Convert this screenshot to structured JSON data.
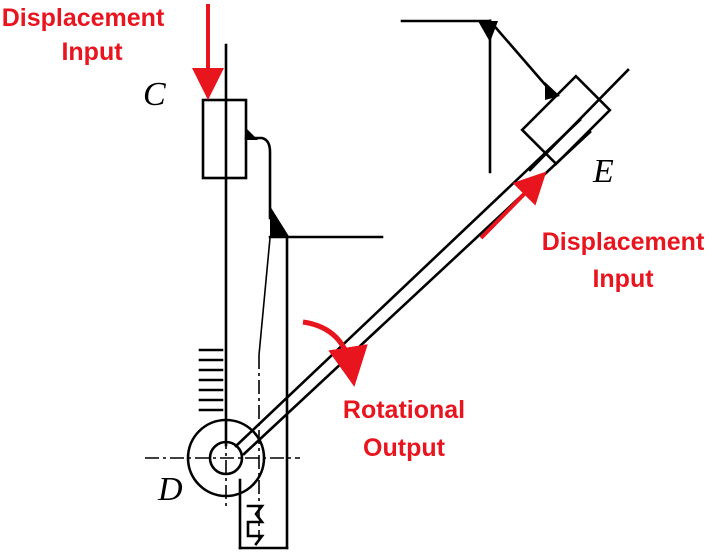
{
  "labels": {
    "input_c_line1": "Displacement",
    "input_c_line2": "Input",
    "input_e_line1": "Displacement",
    "input_e_line2": "Input",
    "output_line1": "Rotational",
    "output_line2": "Output",
    "point_c": "C",
    "point_d": "D",
    "point_e": "E"
  },
  "colors": {
    "annotation": "#e8141e",
    "linework": "#000000"
  }
}
